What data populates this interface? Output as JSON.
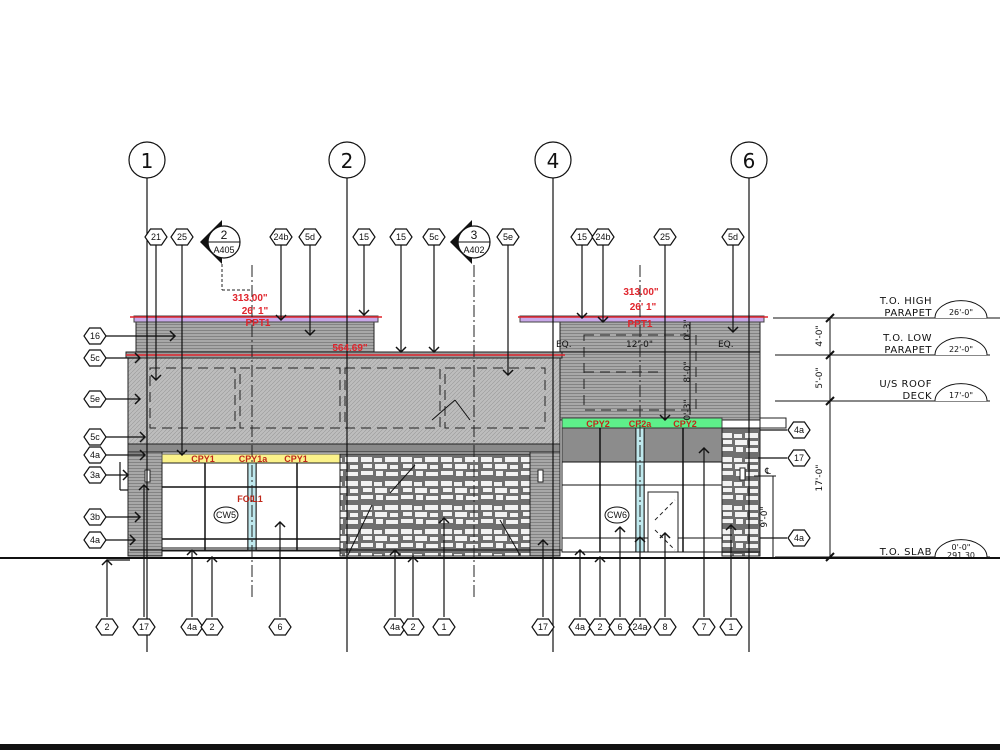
{
  "grid_bubbles": [
    "1",
    "2",
    "4",
    "6"
  ],
  "section_markers": [
    {
      "number": "2",
      "sheet": "A405"
    },
    {
      "number": "3",
      "sheet": "A402"
    }
  ],
  "top_tags": [
    "21",
    "25",
    "24b",
    "5d",
    "15",
    "15",
    "5c",
    "5e",
    "15",
    "24b",
    "25",
    "5d"
  ],
  "left_tags": [
    "16",
    "5c",
    "5e",
    "5c",
    "4a",
    "3a",
    "3b",
    "4a"
  ],
  "right_tags": [
    "4a",
    "17",
    "4a"
  ],
  "bottom_tags": [
    "2",
    "17",
    "4a",
    "2",
    "6",
    "4a",
    "2",
    "1",
    "17",
    "4a",
    "2",
    "6",
    "24a",
    "8",
    "7",
    "1"
  ],
  "red_annotations": {
    "left_length_in": "313.00\"",
    "left_length_ft": "26' 1\"",
    "left_material": "PPT1",
    "low_parapet_length": "564.69\"",
    "right_length_in": "313.00\"",
    "right_length_ft": "26' 1\"",
    "right_material": "PPT1"
  },
  "canopies": {
    "left": [
      "CPY1",
      "CPY1a",
      "CPY1"
    ],
    "right": [
      "CPY2",
      "CP2a",
      "CPY2"
    ],
    "foil_label": "FOIL1"
  },
  "curtain_walls": [
    "CW5",
    "CW6"
  ],
  "dimensions": {
    "eq_left": "EQ.",
    "eq_right": "EQ.",
    "sign_width": "12'-0\"",
    "sign_height": "8'-0\"",
    "sign_top_gap": "0'-3\"",
    "sign_bottom_gap": "0'-3\"",
    "high_to_low": "4'-0\"",
    "low_to_deck": "5'-0\"",
    "overall": "17'-0\"",
    "light_height": "9'-0\"",
    "centerline": "℄"
  },
  "levels": [
    {
      "line1": "T.O. HIGH",
      "line2": "PARAPET",
      "elevation": "26'-0\""
    },
    {
      "line1": "T.O. LOW",
      "line2": "PARAPET",
      "elevation": "22'-0\""
    },
    {
      "line1": "U/S ROOF",
      "line2": "DECK",
      "elevation": "17'-0\""
    },
    {
      "line1": "",
      "line2": "T.O. SLAB",
      "elevation": "0'-0\"",
      "datum": "291.30"
    }
  ],
  "colors": {
    "parapet_cap": "#c9a8e8",
    "red_annotation": "#e0242c",
    "canopy_left": "#fbf28a",
    "canopy_right": "#5ef08a",
    "glass_mullion": "#bfe9ee",
    "wall_gray": "#9e9e9e",
    "storefront_dark": "#8c8c8c"
  }
}
